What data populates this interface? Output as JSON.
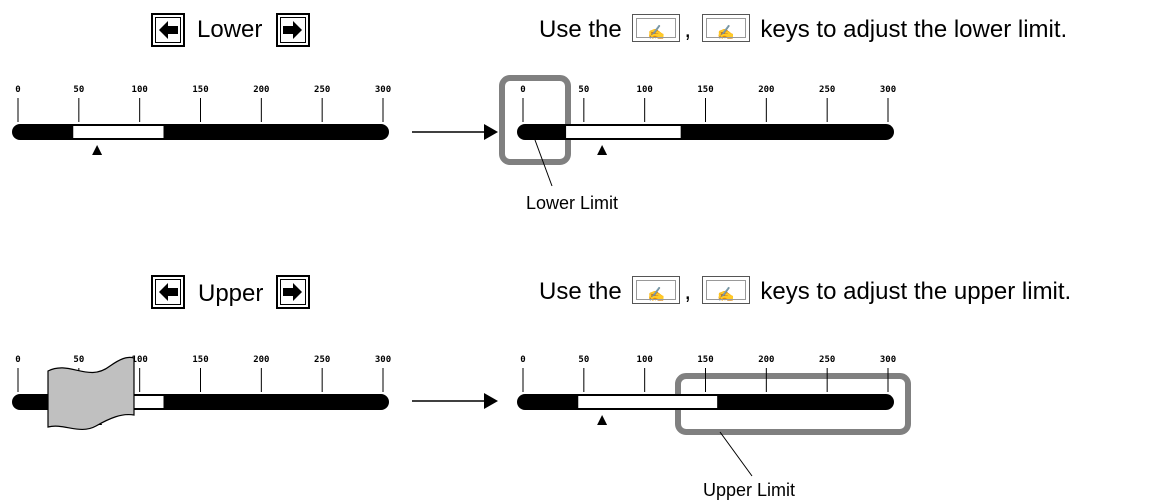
{
  "lower_section": {
    "button_label": "Lower",
    "instruction_prefix": "Use the",
    "instruction_suffix": "keys to adjust the lower limit.",
    "callout": "Lower Limit"
  },
  "upper_section": {
    "button_label": "Upper",
    "instruction_prefix": "Use the",
    "instruction_suffix": "keys to adjust the upper limit.",
    "callout": "Upper Limit"
  },
  "keycap_glyph": "✍",
  "comma": ",",
  "scale": {
    "min": 0,
    "max": 300,
    "ticks": [
      "0",
      "50",
      "100",
      "150",
      "200",
      "250",
      "300"
    ]
  },
  "bars": {
    "lower_before": {
      "window_start": 45,
      "window_end": 120,
      "marker": 65
    },
    "lower_after": {
      "window_start": 35,
      "window_end": 130,
      "marker": 65
    },
    "upper_before": {
      "window_start": 45,
      "window_end": 120,
      "marker": 65
    },
    "upper_after": {
      "window_start": 45,
      "window_end": 160,
      "marker": 65
    }
  },
  "colors": {
    "bar": "#000000",
    "window": "#ffffff",
    "highlight": "#808080",
    "flag": "#c0c0c0"
  }
}
